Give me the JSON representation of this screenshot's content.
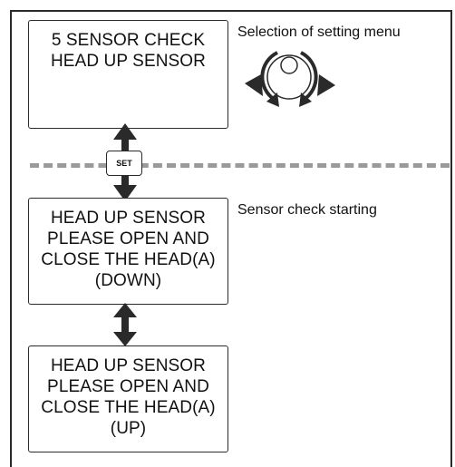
{
  "screens": [
    {
      "lines": [
        "5 SENSOR CHECK",
        "HEAD UP SENSOR"
      ]
    },
    {
      "lines": [
        "HEAD UP SENSOR",
        "PLEASE OPEN AND",
        "CLOSE THE HEAD(A)",
        "(DOWN)"
      ]
    },
    {
      "lines": [
        "HEAD UP SENSOR",
        "PLEASE OPEN AND",
        "CLOSE THE HEAD(A)",
        "(UP)"
      ]
    }
  ],
  "notes": {
    "selection": "Selection of setting menu",
    "sensor_check": "Sensor check starting"
  },
  "set_button": {
    "label": "SET"
  },
  "icons": {
    "dial": "rotary-dial-icon",
    "arrows": "double-arrow-icon"
  },
  "colors": {
    "ink": "#2a2a2a",
    "dash": "#9a9a9a"
  }
}
